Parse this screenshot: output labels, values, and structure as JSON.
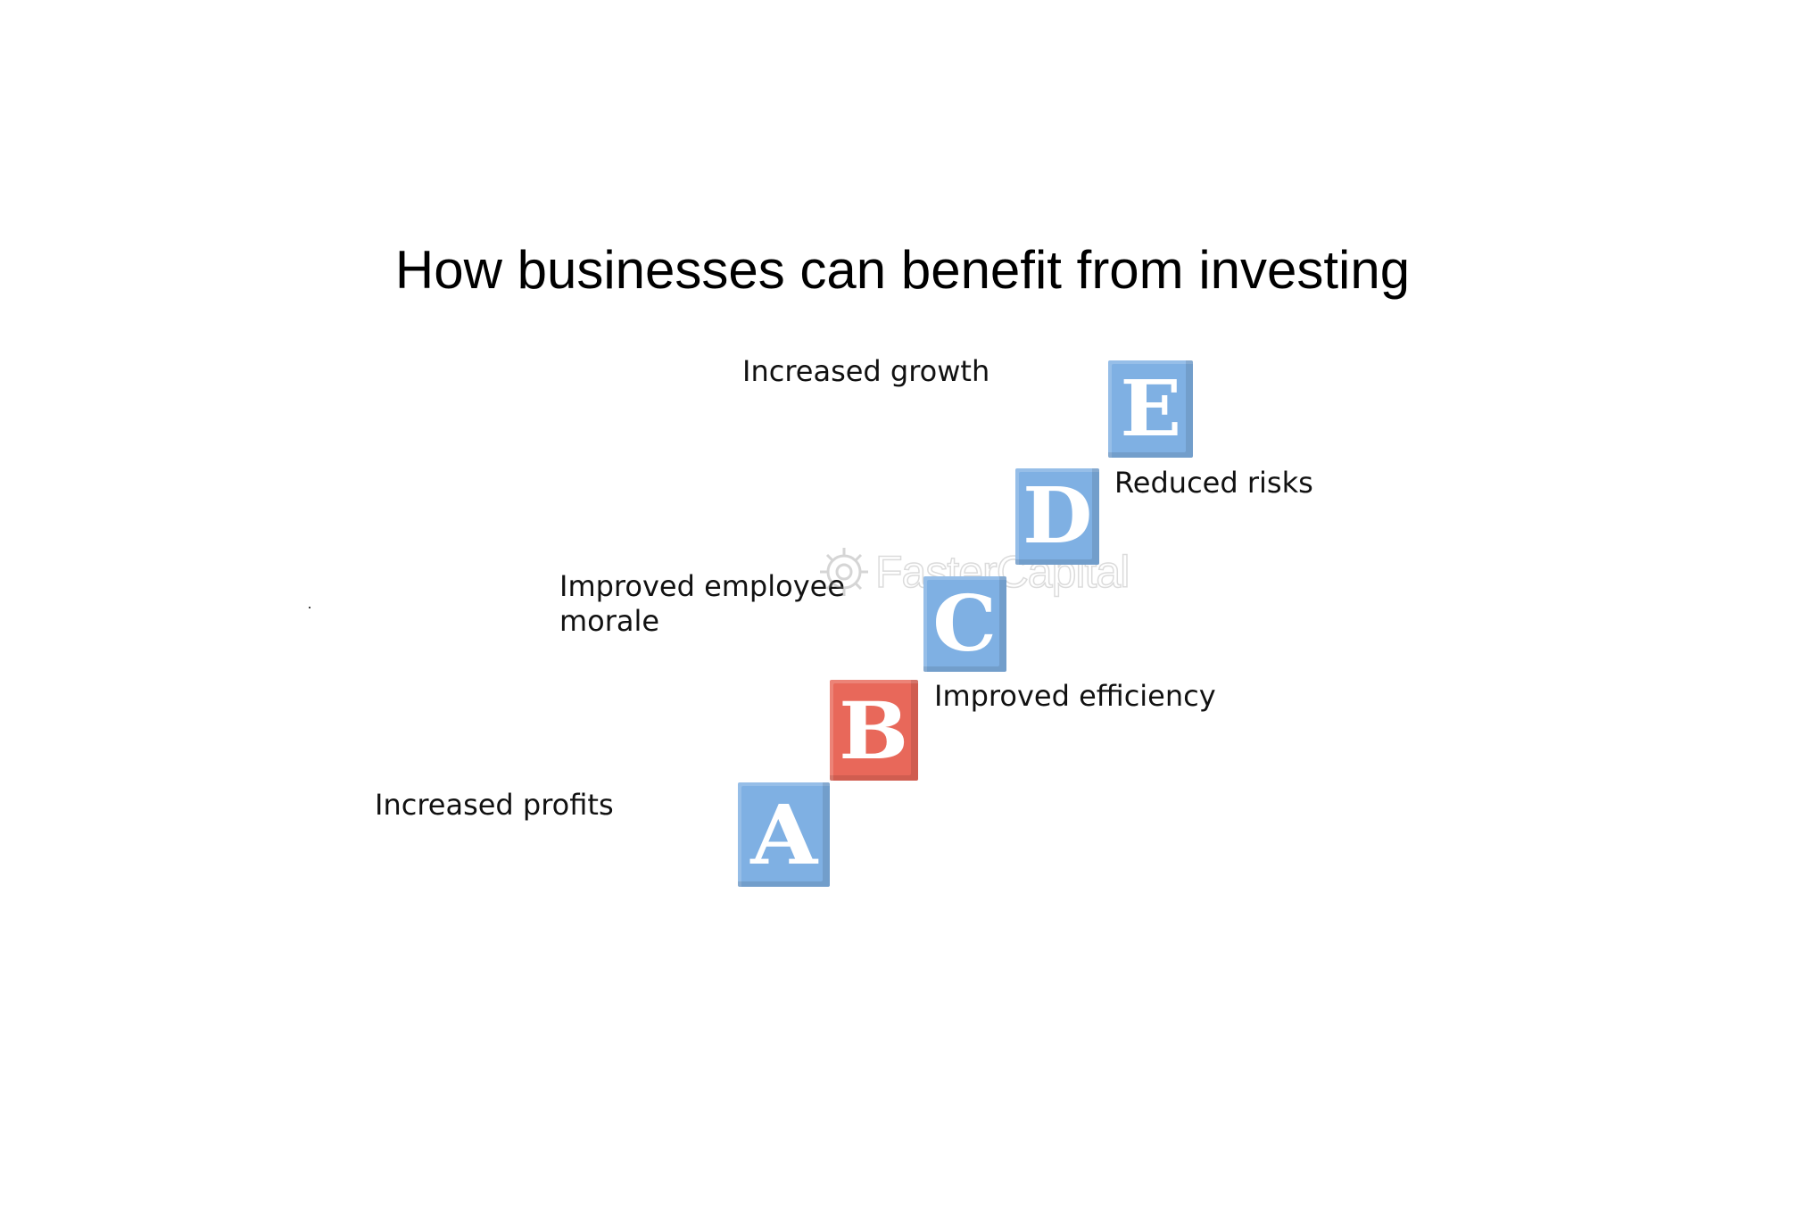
{
  "title": "How businesses can benefit from investing",
  "steps": [
    {
      "letter": "A",
      "label_lines": [
        "Increased profits"
      ],
      "color": "#7fb0e3"
    },
    {
      "letter": "B",
      "label_lines": [
        "Improved efficiency"
      ],
      "color": "#e8685a"
    },
    {
      "letter": "C",
      "label_lines": [
        "Improved employee",
        "morale"
      ],
      "color": "#7fb0e3"
    },
    {
      "letter": "D",
      "label_lines": [
        "Reduced risks"
      ],
      "color": "#7fb0e3"
    },
    {
      "letter": "E",
      "label_lines": [
        "Increased growth"
      ],
      "color": "#7fb0e3"
    }
  ],
  "watermark": "FasterCapital"
}
